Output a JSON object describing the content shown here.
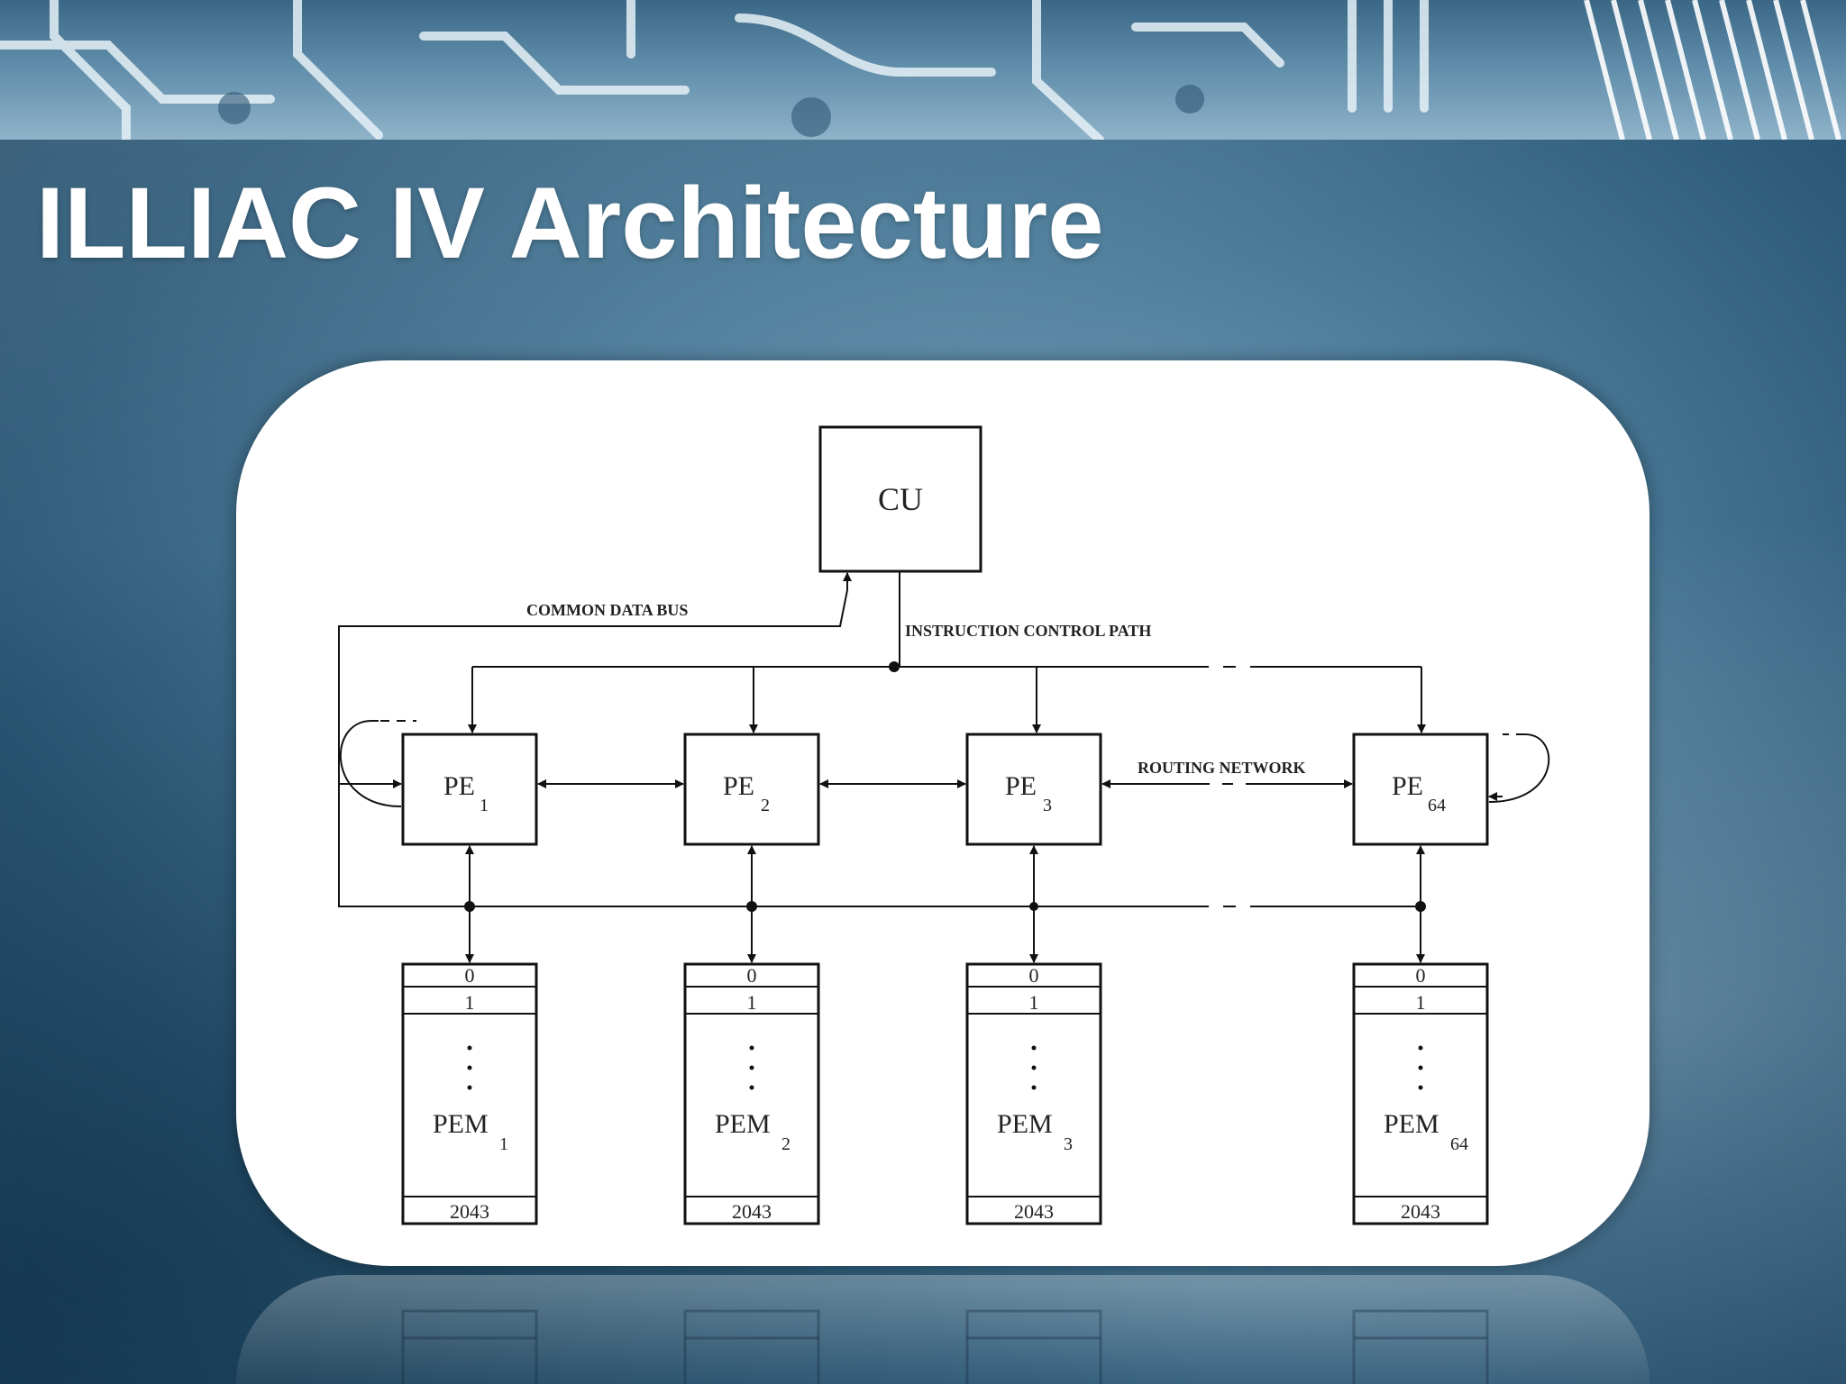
{
  "slide": {
    "title": "ILLIAC IV Architecture"
  },
  "diagram": {
    "cu_label": "CU",
    "common_data_bus_label": "COMMON DATA BUS",
    "instruction_control_path_label": "INSTRUCTION CONTROL PATH",
    "routing_network_label": "ROUTING NETWORK",
    "pe_prefix": "PE",
    "pem_prefix": "PEM",
    "units": [
      {
        "index": "1",
        "mem_first": "0",
        "mem_second": "1",
        "mem_last": "2043"
      },
      {
        "index": "2",
        "mem_first": "0",
        "mem_second": "1",
        "mem_last": "2043"
      },
      {
        "index": "3",
        "mem_first": "0",
        "mem_second": "1",
        "mem_last": "2043"
      },
      {
        "index": "64",
        "mem_first": "0",
        "mem_second": "1",
        "mem_last": "2043"
      }
    ]
  }
}
